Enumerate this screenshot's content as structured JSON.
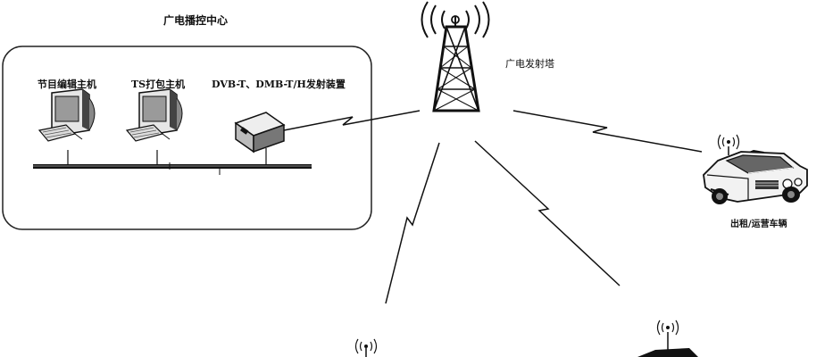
{
  "diagram": {
    "control_center": {
      "title": "广电播控中心"
    },
    "devices": {
      "edit_host": "节目编辑主机",
      "ts_host": "TS打包主机",
      "transmitter": "DVB-T、DMB-T/H发射装置"
    },
    "tower": {
      "label": "广电发射塔"
    },
    "vehicle": {
      "label": "出租/运营车辆"
    }
  }
}
